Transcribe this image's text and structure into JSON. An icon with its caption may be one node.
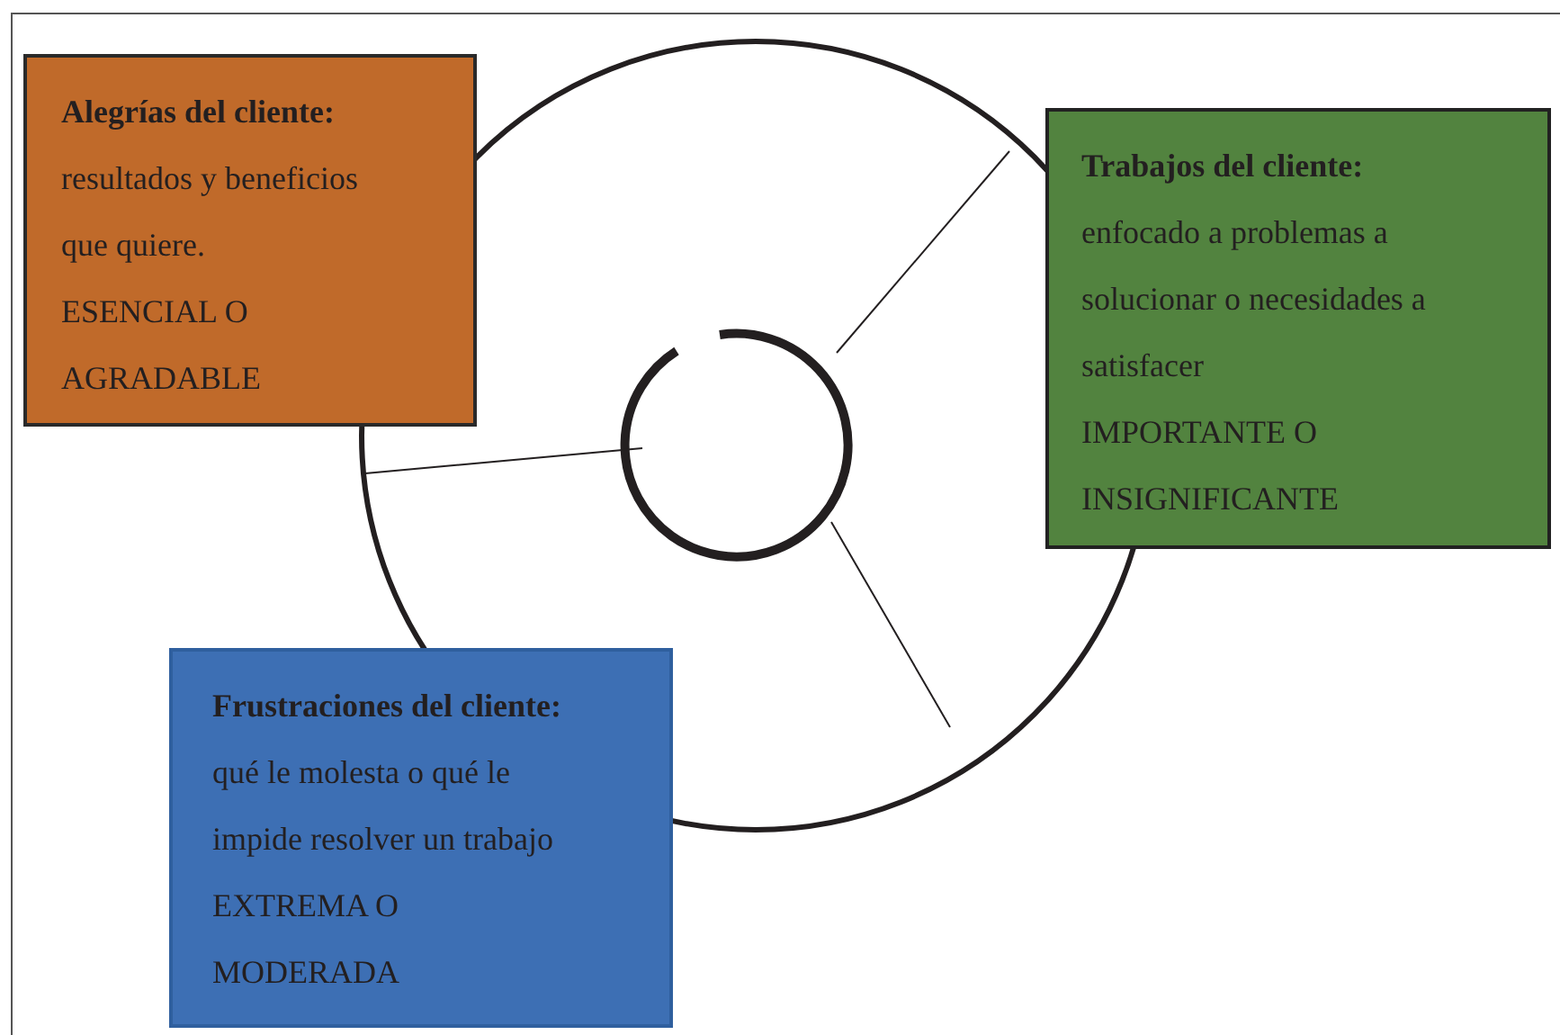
{
  "diagram": {
    "nodes": [
      {
        "text": [
          "Alegrías del cliente:",
          "resultados y beneficios que quiere.",
          "ESENCIAL O AGRADABLE"
        ]
      },
      {
        "text": [
          "Trabajos del cliente:",
          "enfocado a problemas a solucionar o necesidades a satisfacer",
          "IMPORTANTE O INSIGNIFICANTE"
        ]
      },
      {
        "text": [
          "Frustraciones del cliente:",
          "qué le molesta o qué le impide resolver un trabajo",
          "EXTREMA O MODERADA"
        ]
      }
    ]
  }
}
